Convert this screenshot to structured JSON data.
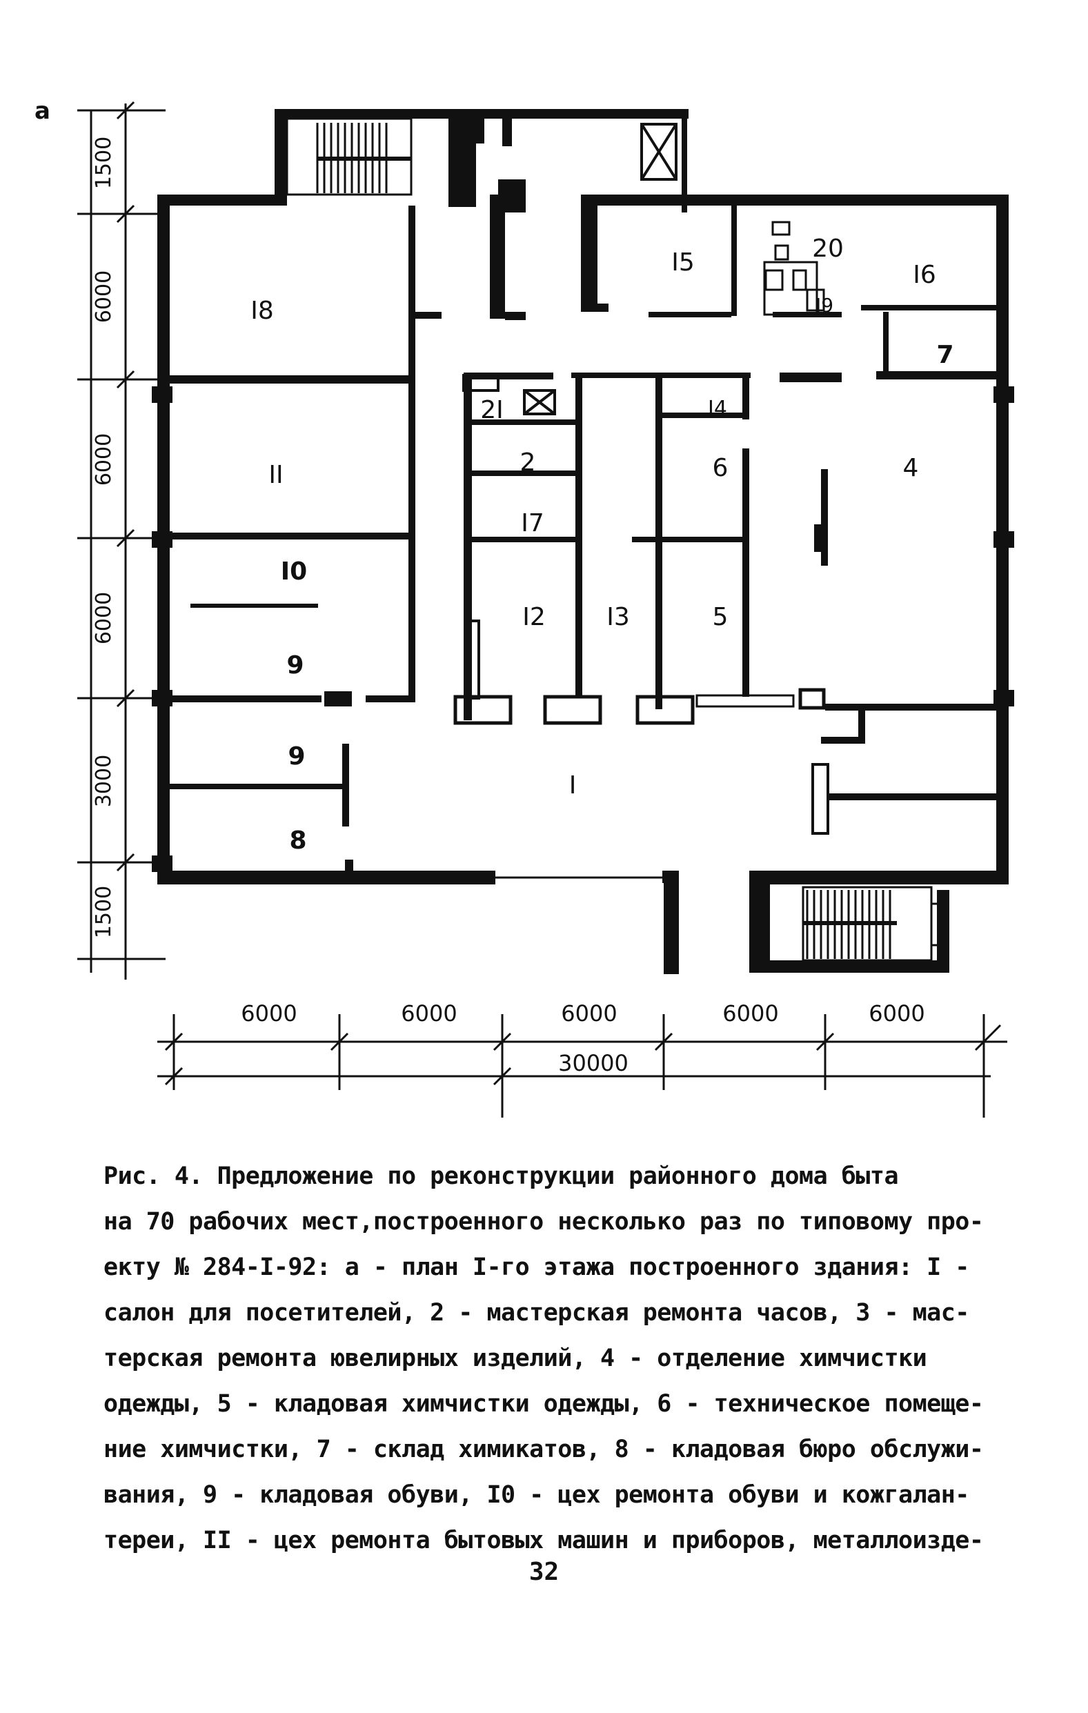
{
  "figure": {
    "panel_letter": "а",
    "room_labels": {
      "r1": "I",
      "r4": "4",
      "r5": "5",
      "r6": "6",
      "r7": "7",
      "r8": "8",
      "r9a": "9",
      "r9b": "9",
      "r10": "I0",
      "r11": "II",
      "r12": "I2",
      "r13": "I3",
      "r14": "I4",
      "r15": "I5",
      "r16": "I6",
      "r17": "I7",
      "r18": "I8",
      "r2": "2",
      "r20": "20",
      "r21": "2I",
      "r3": "I9"
    },
    "dims_bottom": [
      "6000",
      "6000",
      "6000",
      "6000",
      "6000"
    ],
    "dim_total": "30000",
    "dims_left": [
      "1500",
      "6000",
      "6000",
      "6000",
      "3000",
      "1500"
    ]
  },
  "caption": {
    "lines": [
      "Рис. 4. Предложение по реконструкции районного дома быта",
      "на 70 рабочих мест,построенного несколько раз по типовому про-",
      "екту № 284-I-92: а  - план I-го этажа построенного здания: I -",
      "салон для посетителей, 2  - мастерская ремонта часов, 3 - мас-",
      "терская ремонта  ювелирных  изделий, 4  -  отделение химчистки",
      "одежды, 5 - кладовая химчистки одежды, 6 - техническое помеще-",
      "ние химчистки, 7 - склад химикатов, 8 - кладовая бюро обслужи-",
      "вания, 9  - кладовая обуви, I0 - цех ремонта обуви и кожгалан-",
      "тереи, II - цех ремонта бытовых машин и приборов, металлоизде-"
    ]
  },
  "page_number": "32"
}
